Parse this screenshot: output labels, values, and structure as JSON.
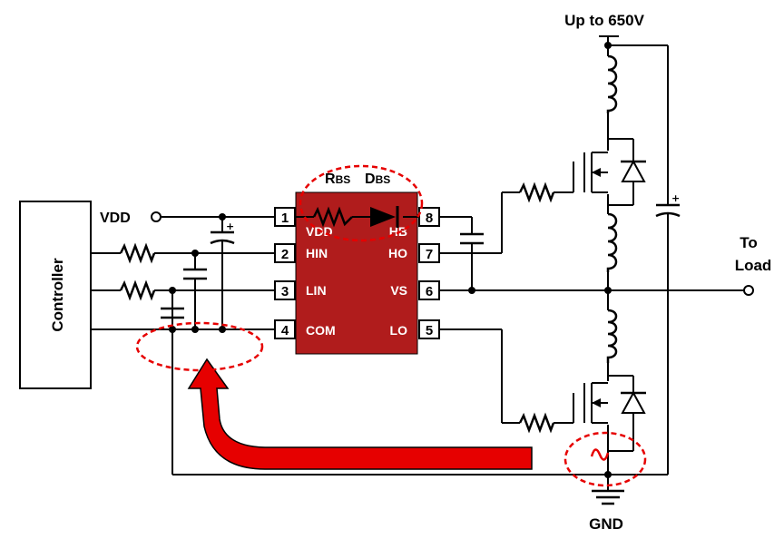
{
  "labels": {
    "supply": "Up to 650V",
    "to": "To",
    "load": "Load",
    "gnd": "GND",
    "vdd": "VDD",
    "controller": "Controller",
    "rbs_main": "R",
    "rbs_sub": "BS",
    "dbs_main": "D",
    "dbs_sub": "BS"
  },
  "ic": {
    "left_pins": [
      {
        "num": "1",
        "name": "VDD"
      },
      {
        "num": "2",
        "name": "HIN"
      },
      {
        "num": "3",
        "name": "LIN"
      },
      {
        "num": "4",
        "name": "COM"
      }
    ],
    "right_pins": [
      {
        "num": "8",
        "name": "HB"
      },
      {
        "num": "7",
        "name": "HO"
      },
      {
        "num": "6",
        "name": "VS"
      },
      {
        "num": "5",
        "name": "LO"
      }
    ]
  },
  "colors": {
    "chip": "#b01c1c",
    "arrow": "#e60000",
    "highlight": "#e60000",
    "wire": "#000000"
  }
}
